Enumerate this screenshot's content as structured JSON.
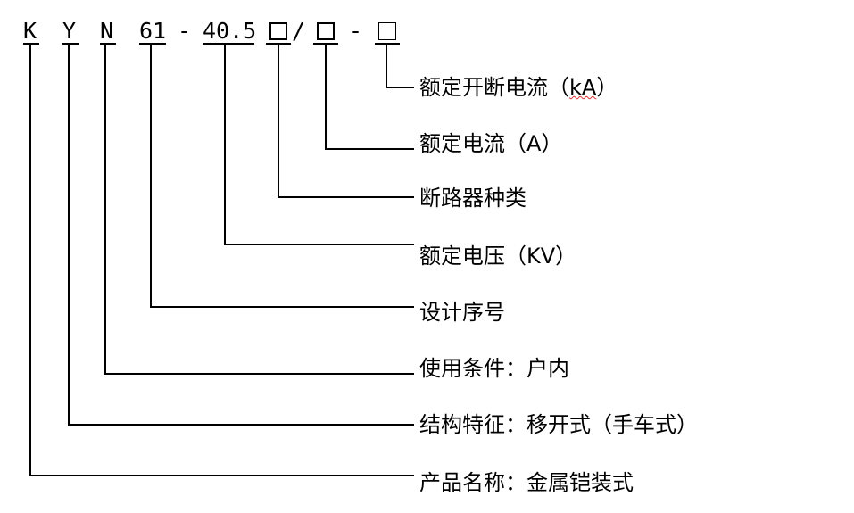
{
  "model_code": {
    "parts": [
      "K",
      "Y",
      "N",
      "61",
      "-",
      "40.5",
      "/",
      "-"
    ]
  },
  "labels": {
    "breaking_current_prefix": "额定开断电流（",
    "breaking_current_unit": "kA",
    "breaking_current_suffix": "）",
    "rated_current": "额定电流（A）",
    "breaker_type": "断路器种类",
    "rated_voltage": "额定电压（KV）",
    "design_serial": "设计序号",
    "usage_condition": "使用条件：户内",
    "structure_feature": "结构特征：移开式（手车式）",
    "product_name": "产品名称：金属铠装式"
  }
}
